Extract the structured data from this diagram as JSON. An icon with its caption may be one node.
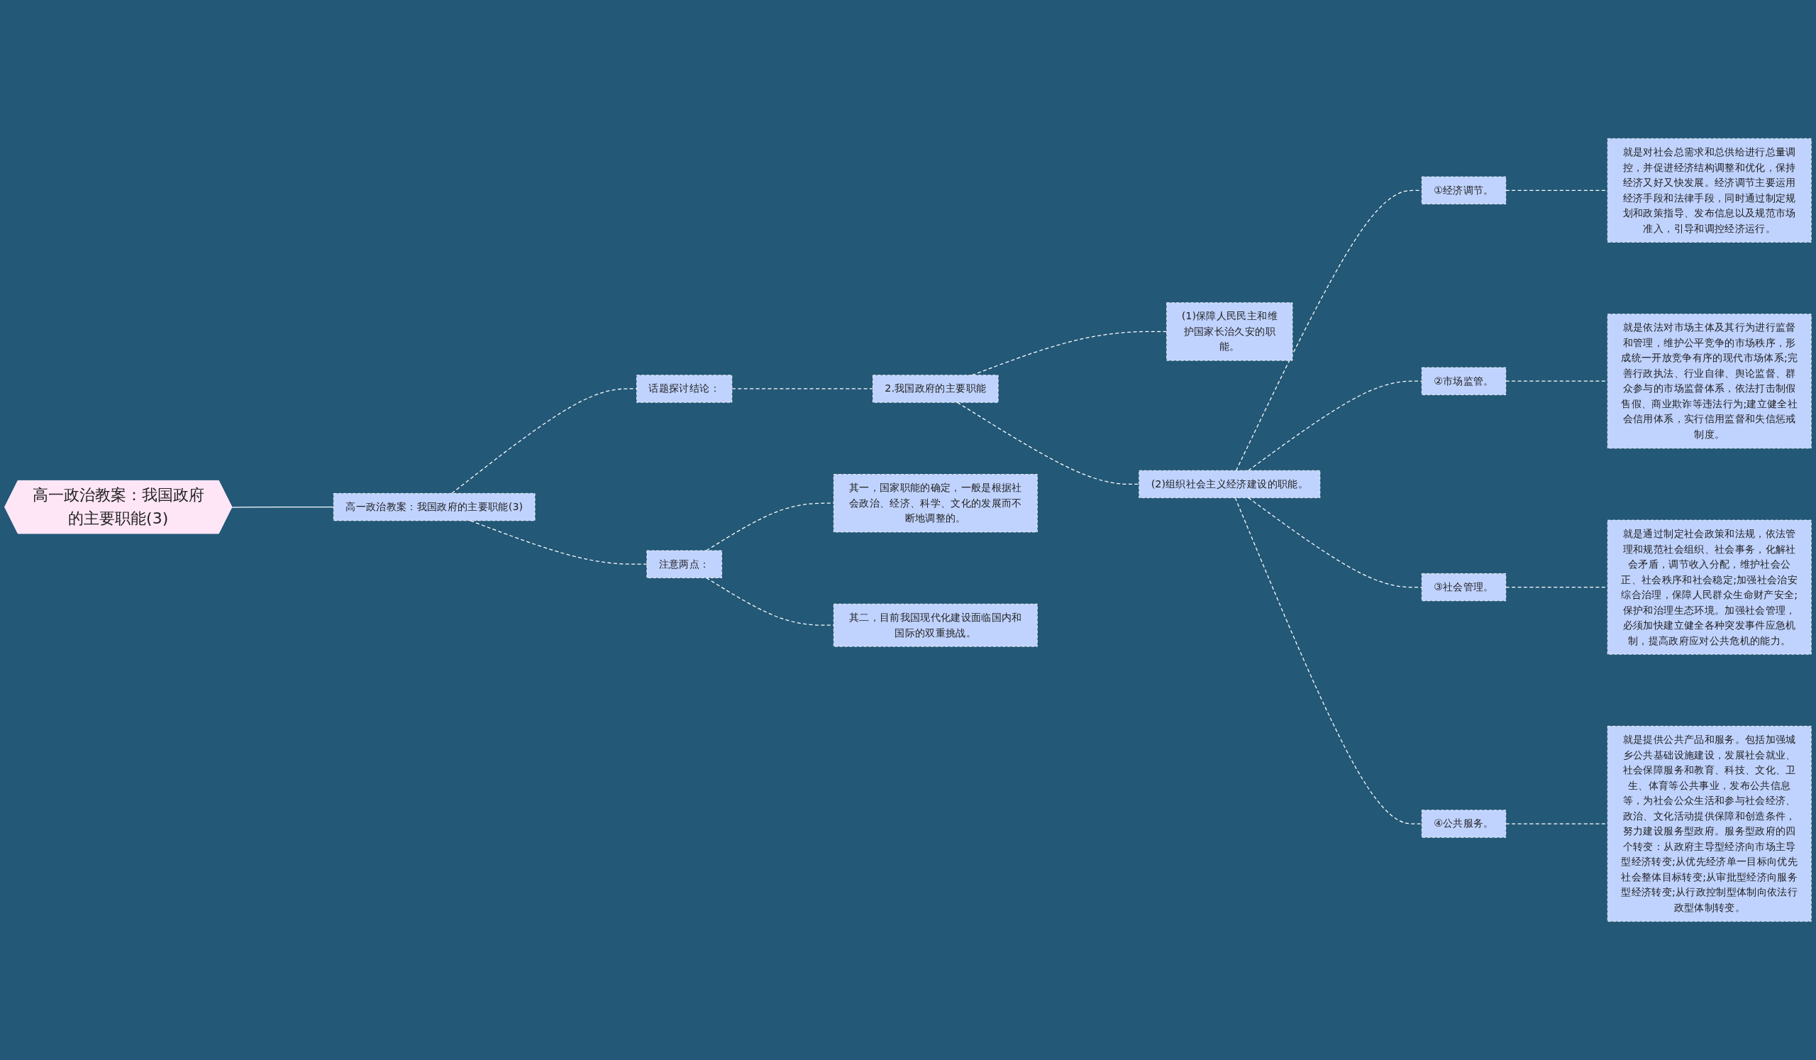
{
  "diagram": {
    "nodes": [
      {
        "text": [
          "高一政治教案：我国政府的主要职能(3)"
        ]
      },
      {
        "text": [
          "高一政治教案：我国政府的主要职能(3)"
        ]
      },
      {
        "text": [
          "话题探讨结论："
        ]
      },
      {
        "text": [
          "2.我国政府的主要职能"
        ]
      },
      {
        "text": [
          "(1)保障人民民主和维护国家长治久安的职能。"
        ]
      },
      {
        "text": [
          "(2)组织社会主义经济建设的职能。"
        ]
      },
      {
        "text": [
          "①经济调节。"
        ]
      },
      {
        "text": [
          "就是对社会总需求和总供给进行总量调控，并促进经济结构调整和优化，保持经济又好又快发展。经济调节主要运用经济手段和法律手段，同时通过制定规划和政策指导、发布信息以及规范市场准入，引导和调控经济运行。"
        ]
      },
      {
        "text": [
          "②市场监管。"
        ]
      },
      {
        "text": [
          "就是依法对市场主体及其行为进行监督和管理，维护公平竞争的市场秩序，形成统一开放竞争有序的现代市场体系;完善行政执法、行业自律、舆论监督、群众参与的市场监督体系，依法打击制假售假、商业欺诈等违法行为;建立健全社会信用体系，实行信用监督和失信惩戒制度。"
        ]
      },
      {
        "text": [
          "③社会管理。"
        ]
      },
      {
        "text": [
          "就是通过制定社会政策和法规，依法管理和规范社会组织、社会事务，化解社会矛盾，调节收入分配，维护社会公正、社会秩序和社会稳定;加强社会治安综合治理，保障人民群众生命财产安全;保护和治理生态环境。加强社会管理，必须加快建立健全各种突发事件应急机制，提高政府应对公共危机的能力。"
        ]
      },
      {
        "text": [
          "④公共服务。"
        ]
      },
      {
        "text": [
          "就是提供公共产品和服务。包括加强城乡公共基础设施建设，发展社会就业、社会保障服务和教育、科技、文化、卫生、体育等公共事业，发布公共信息等，为社会公众生活和参与社会经济、政治、文化活动提供保障和创造条件，努力建设服务型政府。服务型政府的四个转变：从政府主导型经济向市场主导型经济转变;从优先经济单一目标向优先社会整体目标转变;从审批型经济向服务型经济转变;从行政控制型体制向依法行政型体制转变。"
        ]
      },
      {
        "text": [
          "注意两点："
        ]
      },
      {
        "text": [
          "其一，国家职能的确定，一般是根据社会政治、经济、科学、文化的发展而不断地调整的。"
        ]
      },
      {
        "text": [
          "其二，目前我国现代化建设面临国内和国际的双重挑战。"
        ]
      }
    ],
    "edges": [
      {
        "from": 0,
        "to": 1,
        "arrow": "none"
      },
      {
        "from": 1,
        "to": 2,
        "arrow": "none",
        "style": "dashed"
      },
      {
        "from": 2,
        "to": 3,
        "arrow": "none",
        "style": "dashed"
      },
      {
        "from": 3,
        "to": 4,
        "arrow": "none",
        "style": "dashed"
      },
      {
        "from": 3,
        "to": 5,
        "arrow": "none",
        "style": "dashed"
      },
      {
        "from": 5,
        "to": 6,
        "arrow": "none",
        "style": "dashed"
      },
      {
        "from": 6,
        "to": 7,
        "arrow": "none",
        "style": "dashed"
      },
      {
        "from": 5,
        "to": 8,
        "arrow": "none",
        "style": "dashed"
      },
      {
        "from": 8,
        "to": 9,
        "arrow": "none",
        "style": "dashed"
      },
      {
        "from": 5,
        "to": 10,
        "arrow": "none",
        "style": "dashed"
      },
      {
        "from": 10,
        "to": 11,
        "arrow": "none",
        "style": "dashed"
      },
      {
        "from": 5,
        "to": 12,
        "arrow": "none",
        "style": "dashed"
      },
      {
        "from": 12,
        "to": 13,
        "arrow": "none",
        "style": "dashed"
      },
      {
        "from": 1,
        "to": 14,
        "arrow": "none",
        "style": "dashed"
      },
      {
        "from": 14,
        "to": 15,
        "arrow": "none",
        "style": "dashed"
      },
      {
        "from": 14,
        "to": 16,
        "arrow": "none",
        "style": "dashed"
      }
    ]
  }
}
